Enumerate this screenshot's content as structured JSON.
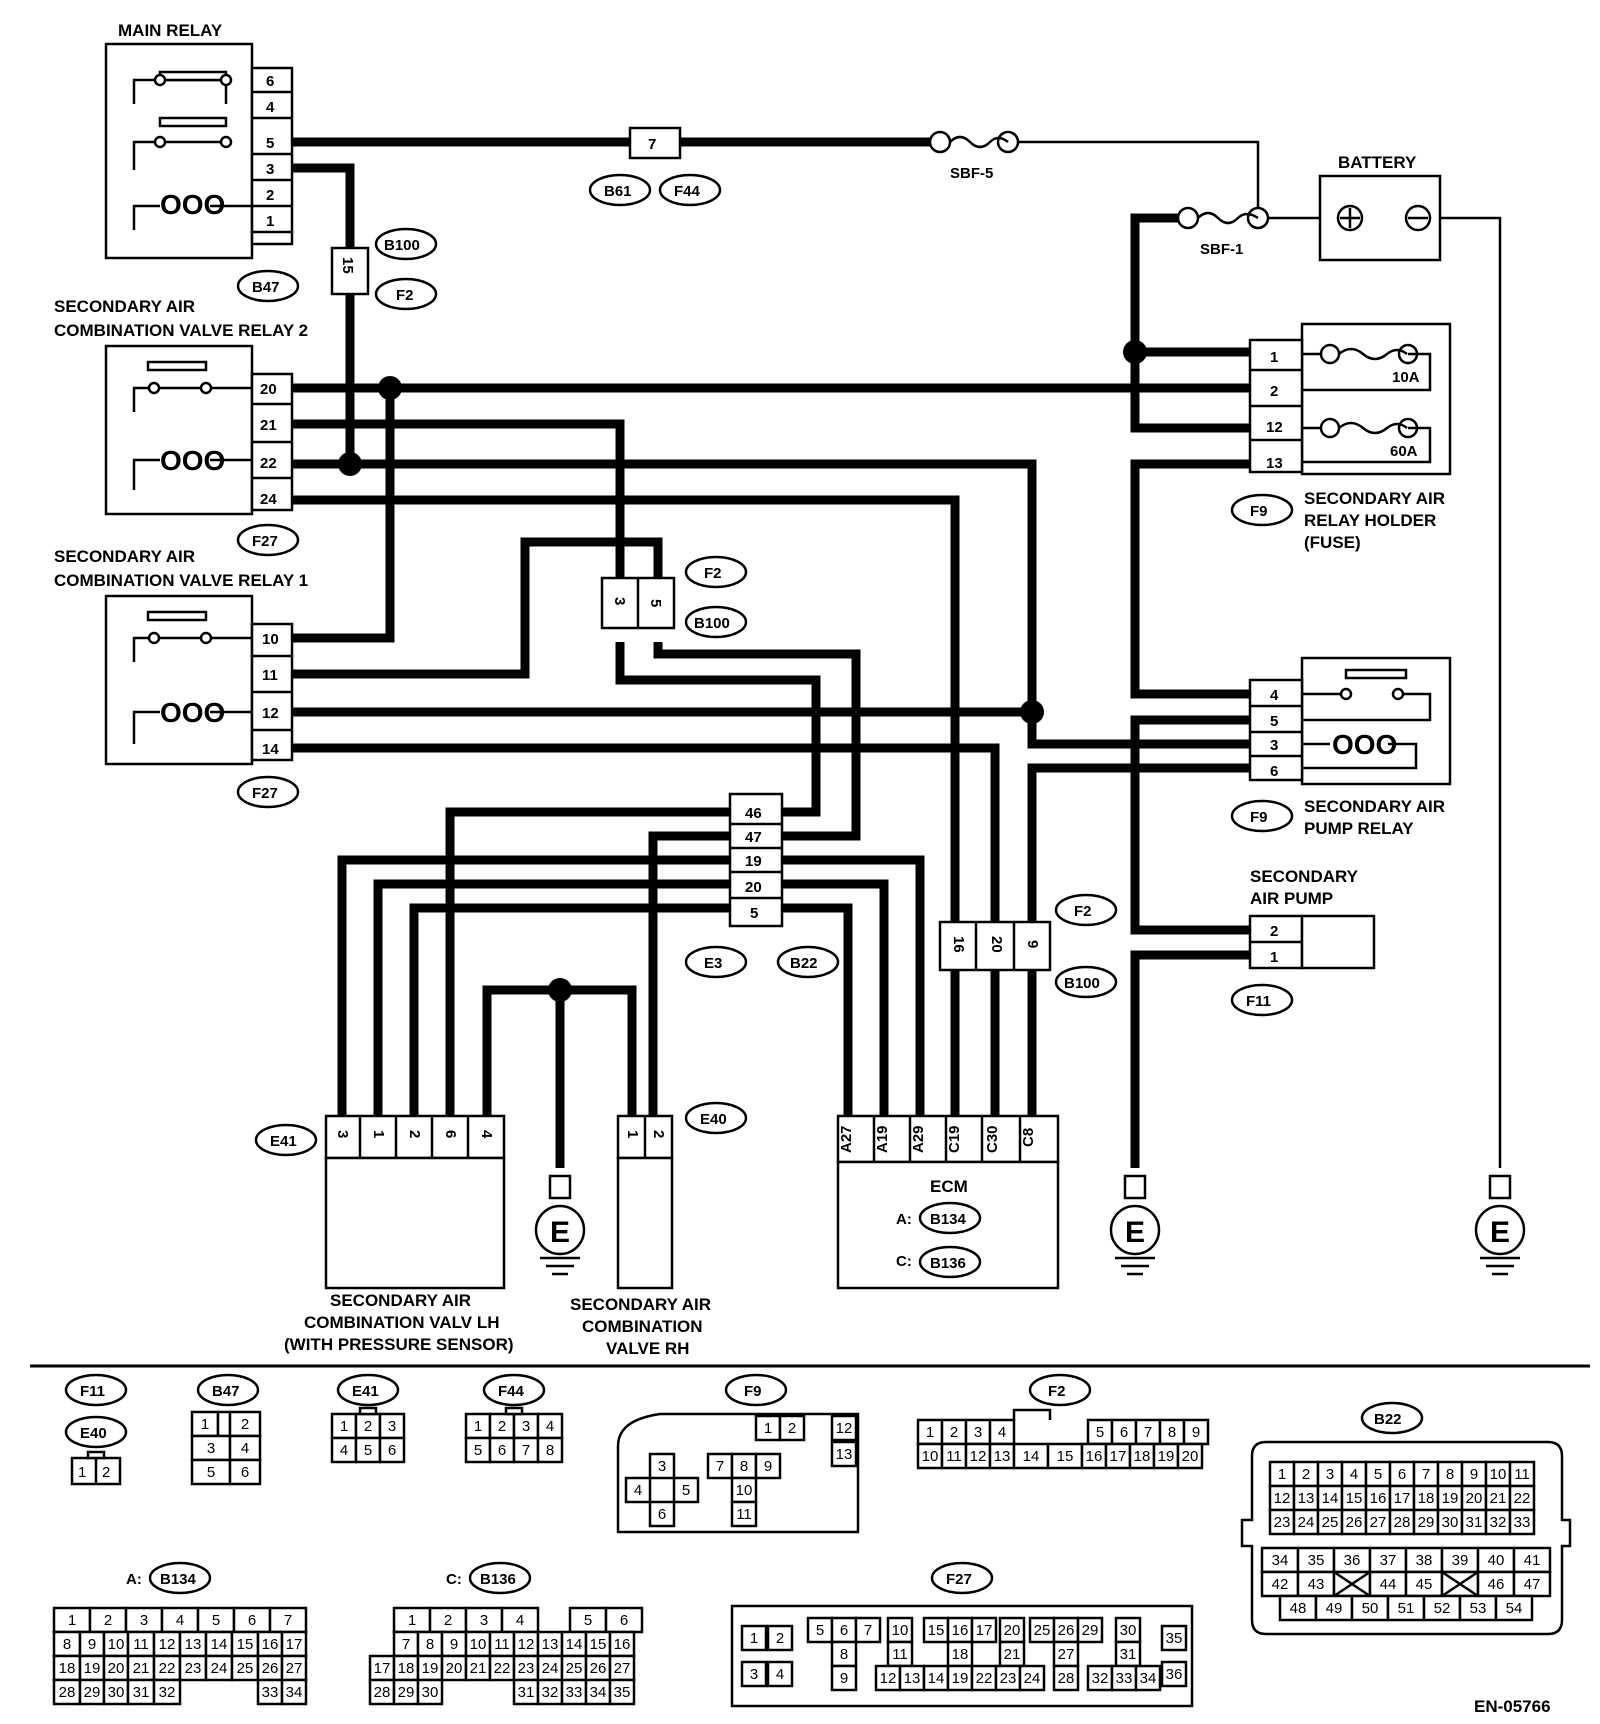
{
  "titles": {
    "main_relay": "MAIN RELAY",
    "valve_relay2_l1": "SECONDARY AIR",
    "valve_relay2_l2": "COMBINATION VALVE RELAY 2",
    "valve_relay1_l1": "SECONDARY AIR",
    "valve_relay1_l2": "COMBINATION VALVE RELAY 1",
    "battery": "BATTERY",
    "relay_holder_l1": "SECONDARY AIR",
    "relay_holder_l2": "RELAY HOLDER",
    "relay_holder_l3": "(FUSE)",
    "pump_relay_l1": "SECONDARY AIR",
    "pump_relay_l2": "PUMP RELAY",
    "pump_l1": "SECONDARY",
    "pump_l2": "AIR PUMP",
    "valve_lh_l1": "SECONDARY AIR",
    "valve_lh_l2": "COMBINATION VALV LH",
    "valve_lh_l3": "(WITH PRESSURE SENSOR)",
    "valve_rh_l1": "SECONDARY AIR",
    "valve_rh_l2": "COMBINATION",
    "valve_rh_l3": "VALVE RH",
    "ecm": "ECM",
    "ecm_a": "A:",
    "ecm_c": "C:",
    "fig_id": "EN-05766"
  },
  "fuses": {
    "sbf5": "SBF-5",
    "sbf1": "SBF-1",
    "f10a": "10A",
    "f60a": "60A"
  },
  "ground_symbol": "E",
  "connectors": {
    "b47": "B47",
    "b61": "B61",
    "f44": "F44",
    "b100": "B100",
    "f2": "F2",
    "f27": "F27",
    "f9": "F9",
    "f11": "F11",
    "e3": "E3",
    "b22": "B22",
    "e41": "E41",
    "e40": "E40",
    "b134": "B134",
    "b136": "B136"
  },
  "pins": {
    "main_relay": [
      "6",
      "4",
      "5",
      "3",
      "2",
      "1"
    ],
    "joint_7": "7",
    "joint_15": "15",
    "relay2": [
      "20",
      "21",
      "22",
      "24"
    ],
    "relay1": [
      "10",
      "11",
      "12",
      "14"
    ],
    "joint_35": [
      "3",
      "5"
    ],
    "holder": [
      "1",
      "2",
      "12",
      "13"
    ],
    "pump_relay": [
      "4",
      "5",
      "3",
      "6"
    ],
    "pump": [
      "2",
      "1"
    ],
    "e3": [
      "46",
      "47",
      "19",
      "20",
      "5"
    ],
    "joint_b100": [
      "16",
      "20",
      "9"
    ],
    "e41": [
      "3",
      "1",
      "2",
      "6",
      "4"
    ],
    "e40": [
      "1",
      "2"
    ],
    "ecm": [
      "A27",
      "A19",
      "A29",
      "C19",
      "C30",
      "C8"
    ]
  },
  "faces": {
    "f11": {
      "label": "F11",
      "cells": [
        "1",
        "2"
      ]
    },
    "e40": {
      "label": "E40"
    },
    "b47": {
      "label": "B47",
      "cells": [
        "1",
        "2",
        "3",
        "4",
        "5",
        "6"
      ]
    },
    "e41": {
      "label": "E41",
      "cells": [
        "1",
        "2",
        "3",
        "4",
        "5",
        "6"
      ]
    },
    "f44": {
      "label": "F44",
      "cells": [
        "1",
        "2",
        "3",
        "4",
        "5",
        "6",
        "7",
        "8"
      ]
    },
    "f9": {
      "label": "F9",
      "cells": [
        "1",
        "2",
        "12",
        "13",
        "3",
        "7",
        "8",
        "9",
        "4",
        "5",
        "10",
        "6",
        "11"
      ]
    },
    "f2": {
      "label": "F2",
      "row1": [
        "1",
        "2",
        "3",
        "4",
        "5",
        "6",
        "7",
        "8",
        "9"
      ],
      "row2": [
        "10",
        "11",
        "12",
        "13",
        "14",
        "15",
        "16",
        "17",
        "18",
        "19",
        "20"
      ]
    },
    "b22": {
      "label": "B22",
      "rows": [
        [
          "1",
          "2",
          "3",
          "4",
          "5",
          "6",
          "7",
          "8",
          "9",
          "10",
          "11"
        ],
        [
          "12",
          "13",
          "14",
          "15",
          "16",
          "17",
          "18",
          "19",
          "20",
          "21",
          "22"
        ],
        [
          "23",
          "24",
          "25",
          "26",
          "27",
          "28",
          "29",
          "30",
          "31",
          "32",
          "33"
        ],
        [
          "34",
          "35",
          "36",
          "37",
          "38",
          "39",
          "40",
          "41"
        ],
        [
          "42",
          "43",
          "",
          "44",
          "45",
          "",
          "46",
          "47"
        ],
        [
          "48",
          "49",
          "50",
          "51",
          "52",
          "53",
          "54"
        ]
      ]
    },
    "b134": {
      "prefix": "A:",
      "label": "B134",
      "rows": [
        [
          "1",
          "2",
          "3",
          "4",
          "5",
          "6",
          "7"
        ],
        [
          "8",
          "9",
          "10",
          "11",
          "12",
          "13",
          "14",
          "15",
          "16",
          "17"
        ],
        [
          "18",
          "19",
          "20",
          "21",
          "22",
          "23",
          "24",
          "25",
          "26",
          "27"
        ],
        [
          "28",
          "29",
          "30",
          "31",
          "32",
          "33",
          "34"
        ]
      ]
    },
    "b136": {
      "prefix": "C:",
      "label": "B136",
      "rows": [
        [
          "1",
          "2",
          "3",
          "4",
          "5",
          "6"
        ],
        [
          "7",
          "8",
          "9",
          "10",
          "11",
          "12",
          "13",
          "14",
          "15",
          "16"
        ],
        [
          "17",
          "18",
          "19",
          "20",
          "21",
          "22",
          "23",
          "24",
          "25",
          "26",
          "27"
        ],
        [
          "28",
          "29",
          "30",
          "31",
          "32",
          "33",
          "34",
          "35"
        ]
      ]
    },
    "f27": {
      "label": "F27",
      "cells": [
        "1",
        "2",
        "3",
        "4",
        "5",
        "6",
        "7",
        "8",
        "9",
        "10",
        "11",
        "12",
        "13",
        "14",
        "15",
        "16",
        "17",
        "18",
        "19",
        "20",
        "21",
        "22",
        "23",
        "24",
        "25",
        "26",
        "27",
        "28",
        "29",
        "30",
        "31",
        "32",
        "33",
        "34",
        "35",
        "36"
      ]
    }
  }
}
